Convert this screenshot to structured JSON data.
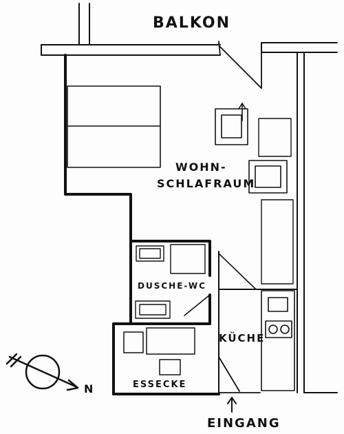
{
  "labels": {
    "balcony": "BALKON",
    "living_1": "WOHN-",
    "living_2": "SCHLAFRAUM",
    "bath": "DUSCHE-WC",
    "kitchen": "KÜCHE",
    "dining": "ESSECKE",
    "entrance": "EINGANG",
    "north": "N"
  },
  "colors": {
    "ink": "#111111",
    "paper": "#fdfdfd"
  }
}
